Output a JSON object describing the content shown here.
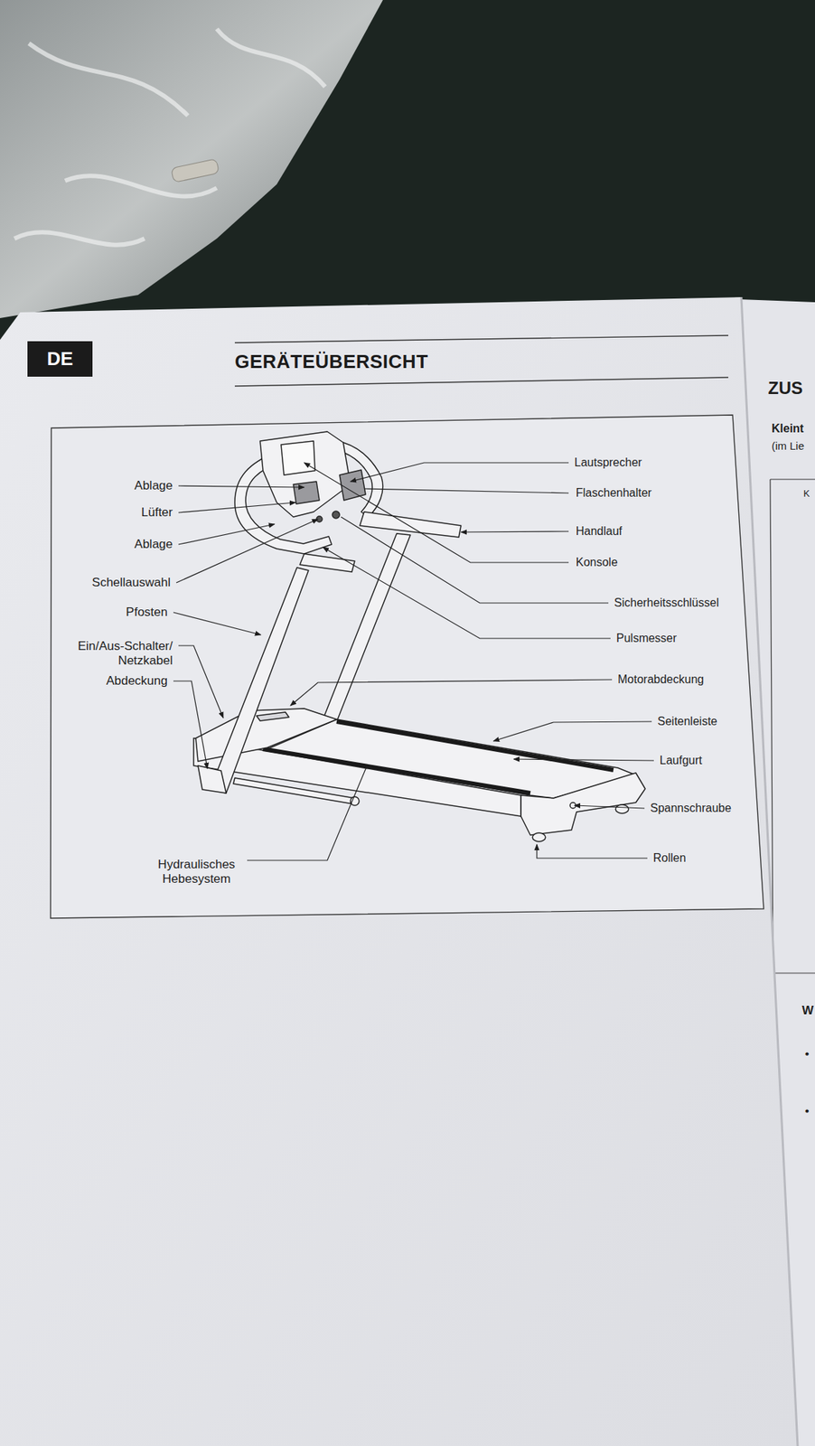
{
  "diagram": {
    "title": "GERÄTEÜBERSICHT",
    "nodes": [
      {
        "text": [
          "DE"
        ]
      }
    ],
    "labels": [
      "Ablage",
      "Lüfter",
      "Ablage",
      "Schellauswahl",
      "Pfosten",
      "Ein/Aus-Schalter/ Netzkabel",
      "Abdeckung",
      "Hydraulisches Hebesystem",
      "Lautsprecher",
      "Flaschenhalter",
      "Handlauf",
      "Konsole",
      "Sicherheitsschlüssel",
      "Pulsmesser",
      "Motorabdeckung",
      "Seitenleiste",
      "Laufgurt",
      "Spannschraube",
      "Rollen",
      "ZUS",
      "Kleint",
      "(im Lie",
      "K",
      "W",
      "•",
      "•"
    ]
  }
}
